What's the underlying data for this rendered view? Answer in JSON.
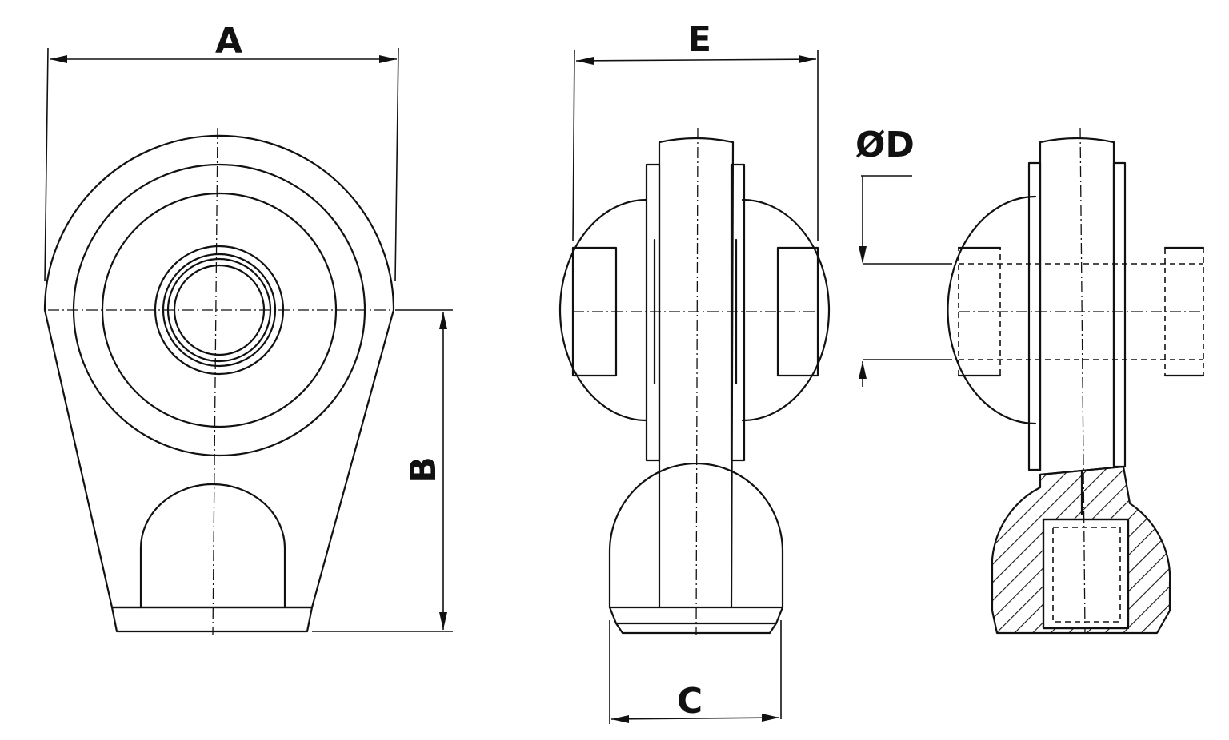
{
  "labels": {
    "a": "A",
    "b": "B",
    "c": "C",
    "d": "ØD",
    "e": "E"
  },
  "colors": {
    "line": "#111111",
    "background": "#ffffff"
  }
}
